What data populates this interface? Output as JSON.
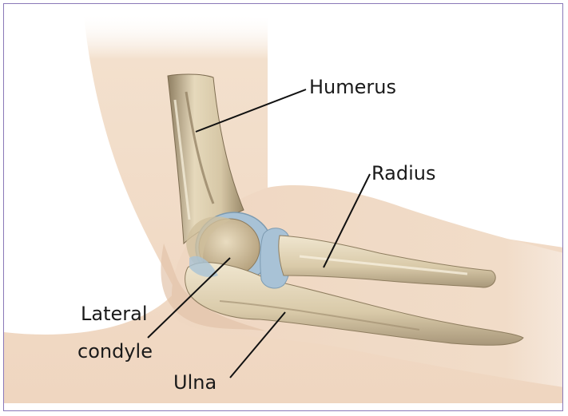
{
  "labels": {
    "humerus": "Humerus",
    "radius": "Radius",
    "lateral_line1": "Lateral",
    "lateral_line2": "condyle",
    "ulna": "Ulna"
  },
  "colors": {
    "skin": "#f2dcc8",
    "skin_shadow": "#e6c8b0",
    "bone": "#e8dcc0",
    "bone_shadow": "#b7a684",
    "cartilage": "#a9c3d6",
    "frame_border": "#8a78b8",
    "line": "#111111"
  }
}
